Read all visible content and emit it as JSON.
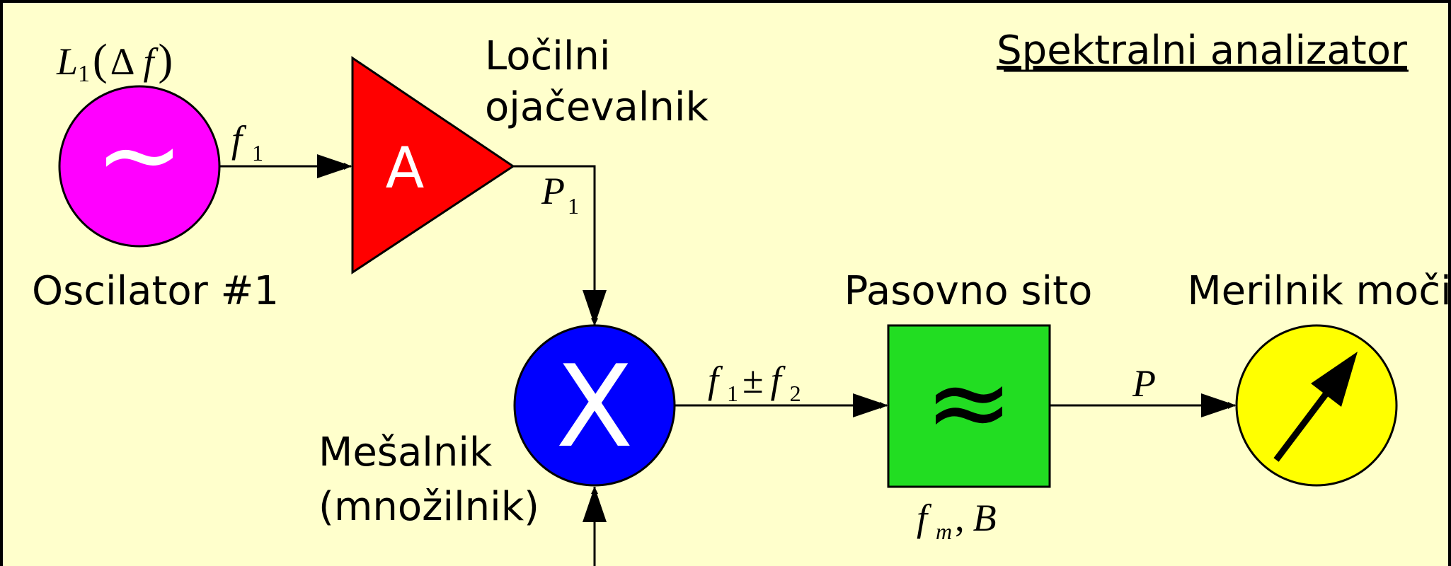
{
  "title": "Spektralni analizator",
  "oscillator": {
    "symbol": "~",
    "label": "Oscilator #1",
    "noise_label": {
      "var": "L",
      "sub": "1",
      "open": "(",
      "delta": "Δ",
      "f": "f",
      "close": ")"
    },
    "color": "#ff00ff"
  },
  "amplifier": {
    "symbol": "A",
    "label_line1": "Ločilni",
    "label_line2": "ojačevalnik",
    "color": "#ff0000"
  },
  "mixer": {
    "symbol": "X",
    "label_line1": "Mešalnik",
    "label_line2": "(množilnik)",
    "color": "#0000ff"
  },
  "filter": {
    "symbol": "≈",
    "label": "Pasovno sito",
    "params": {
      "f": "f",
      "sub": "m",
      "sep": ",",
      "b": "B"
    },
    "color": "#22dd22"
  },
  "meter": {
    "label": "Merilnik moči",
    "color": "#ffff00"
  },
  "signals": {
    "f1": {
      "var": "f",
      "sub": "1"
    },
    "p1": {
      "var": "P",
      "sub": "1"
    },
    "mix": {
      "var1": "f",
      "sub1": "1",
      "op": "±",
      "var2": "f",
      "sub2": "2"
    },
    "p": {
      "var": "P"
    }
  },
  "colors": {
    "background": "#ffffcc",
    "line": "#000000"
  }
}
